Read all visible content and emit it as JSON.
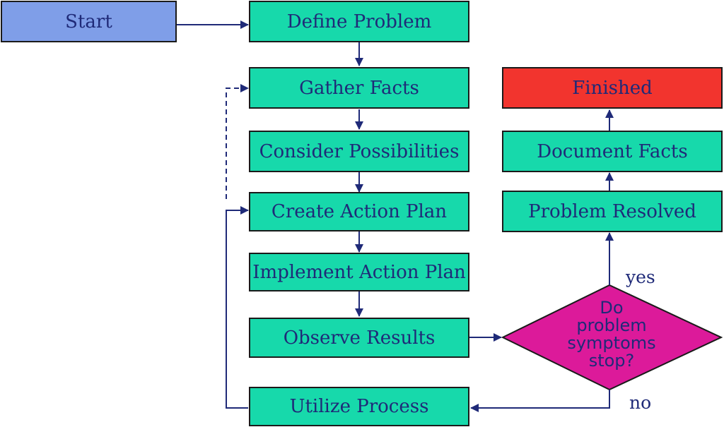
{
  "nodes": {
    "start": "Start",
    "define_problem": "Define Problem",
    "gather_facts": "Gather Facts",
    "consider_possibilities": "Consider Possibilities",
    "create_action_plan": "Create Action Plan",
    "implement_action_plan": "Implement Action Plan",
    "observe_results": "Observe Results",
    "utilize_process": "Utilize Process",
    "problem_resolved": "Problem Resolved",
    "document_facts": "Document Facts",
    "finished": "Finished"
  },
  "decision": {
    "line1": "Do",
    "line2": "problem",
    "line3": "symptoms",
    "line4": "stop?"
  },
  "edges": {
    "yes": "yes",
    "no": "no"
  },
  "colors": {
    "process": "#17d9ab",
    "start": "#7f9ee8",
    "finished": "#f2342e",
    "decision": "#dc1a9a",
    "line": "#1f2a78"
  }
}
